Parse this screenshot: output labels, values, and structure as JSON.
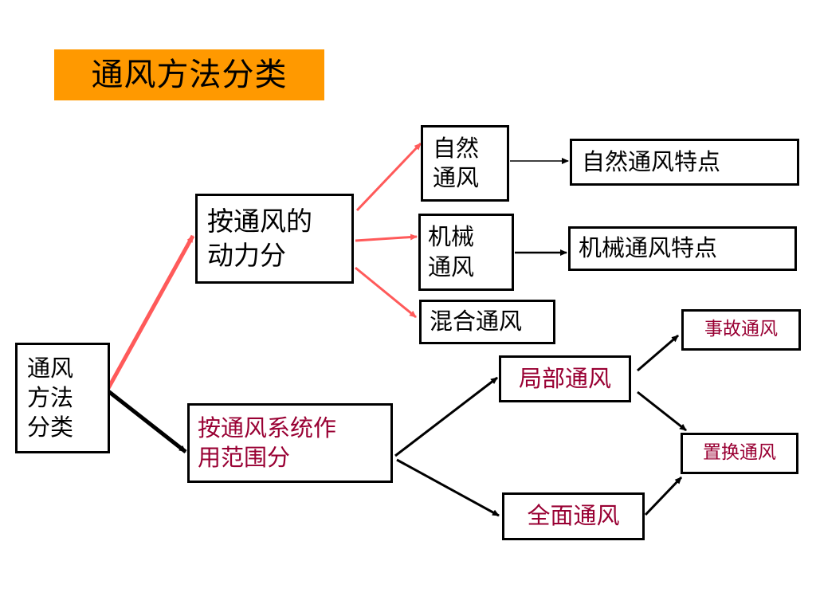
{
  "title": "通风方法分类",
  "nodes": {
    "root": {
      "line1": "通风",
      "line2": "方法",
      "line3": "分类"
    },
    "by_power": {
      "line1": "按通风的",
      "line2": "动力分"
    },
    "by_scope": {
      "line1": "按通风系统作",
      "line2": "用范围分"
    },
    "natural": {
      "line1": "自然",
      "line2": "通风"
    },
    "mechanical": {
      "line1": "机械",
      "line2": "通风"
    },
    "mixed": "混合通风",
    "natural_feature": "自然通风特点",
    "mechanical_feature": "机械通风特点",
    "local": "局部通风",
    "general": "全面通风",
    "accident": "事故通风",
    "displacement": "置换通风"
  },
  "colors": {
    "title_bg": "#ff9900",
    "red_arrow": "#ff5a5a",
    "black_arrow": "#000000",
    "magenta_text": "#990033"
  }
}
